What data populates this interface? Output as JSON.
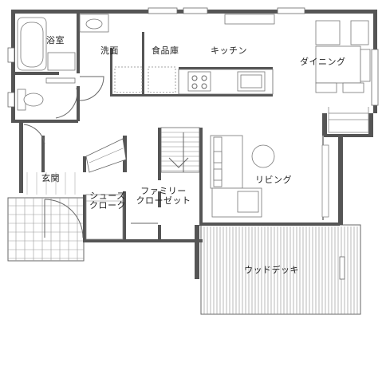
{
  "rooms": {
    "bath": "浴室",
    "washroom": "洗面",
    "pantry": "食品庫",
    "kitchen": "キッチン",
    "dining": "ダイニング",
    "living": "リビング",
    "entrance": "玄関",
    "shoe_closet_1": "シューズ",
    "shoe_closet_2": "クローク",
    "family_closet_1": "ファミリー",
    "family_closet_2": "クローゼット",
    "wood_deck": "ウッドデッキ"
  },
  "colors": {
    "wall": "#555555",
    "line": "#666666",
    "text": "#222222",
    "background": "#ffffff"
  }
}
